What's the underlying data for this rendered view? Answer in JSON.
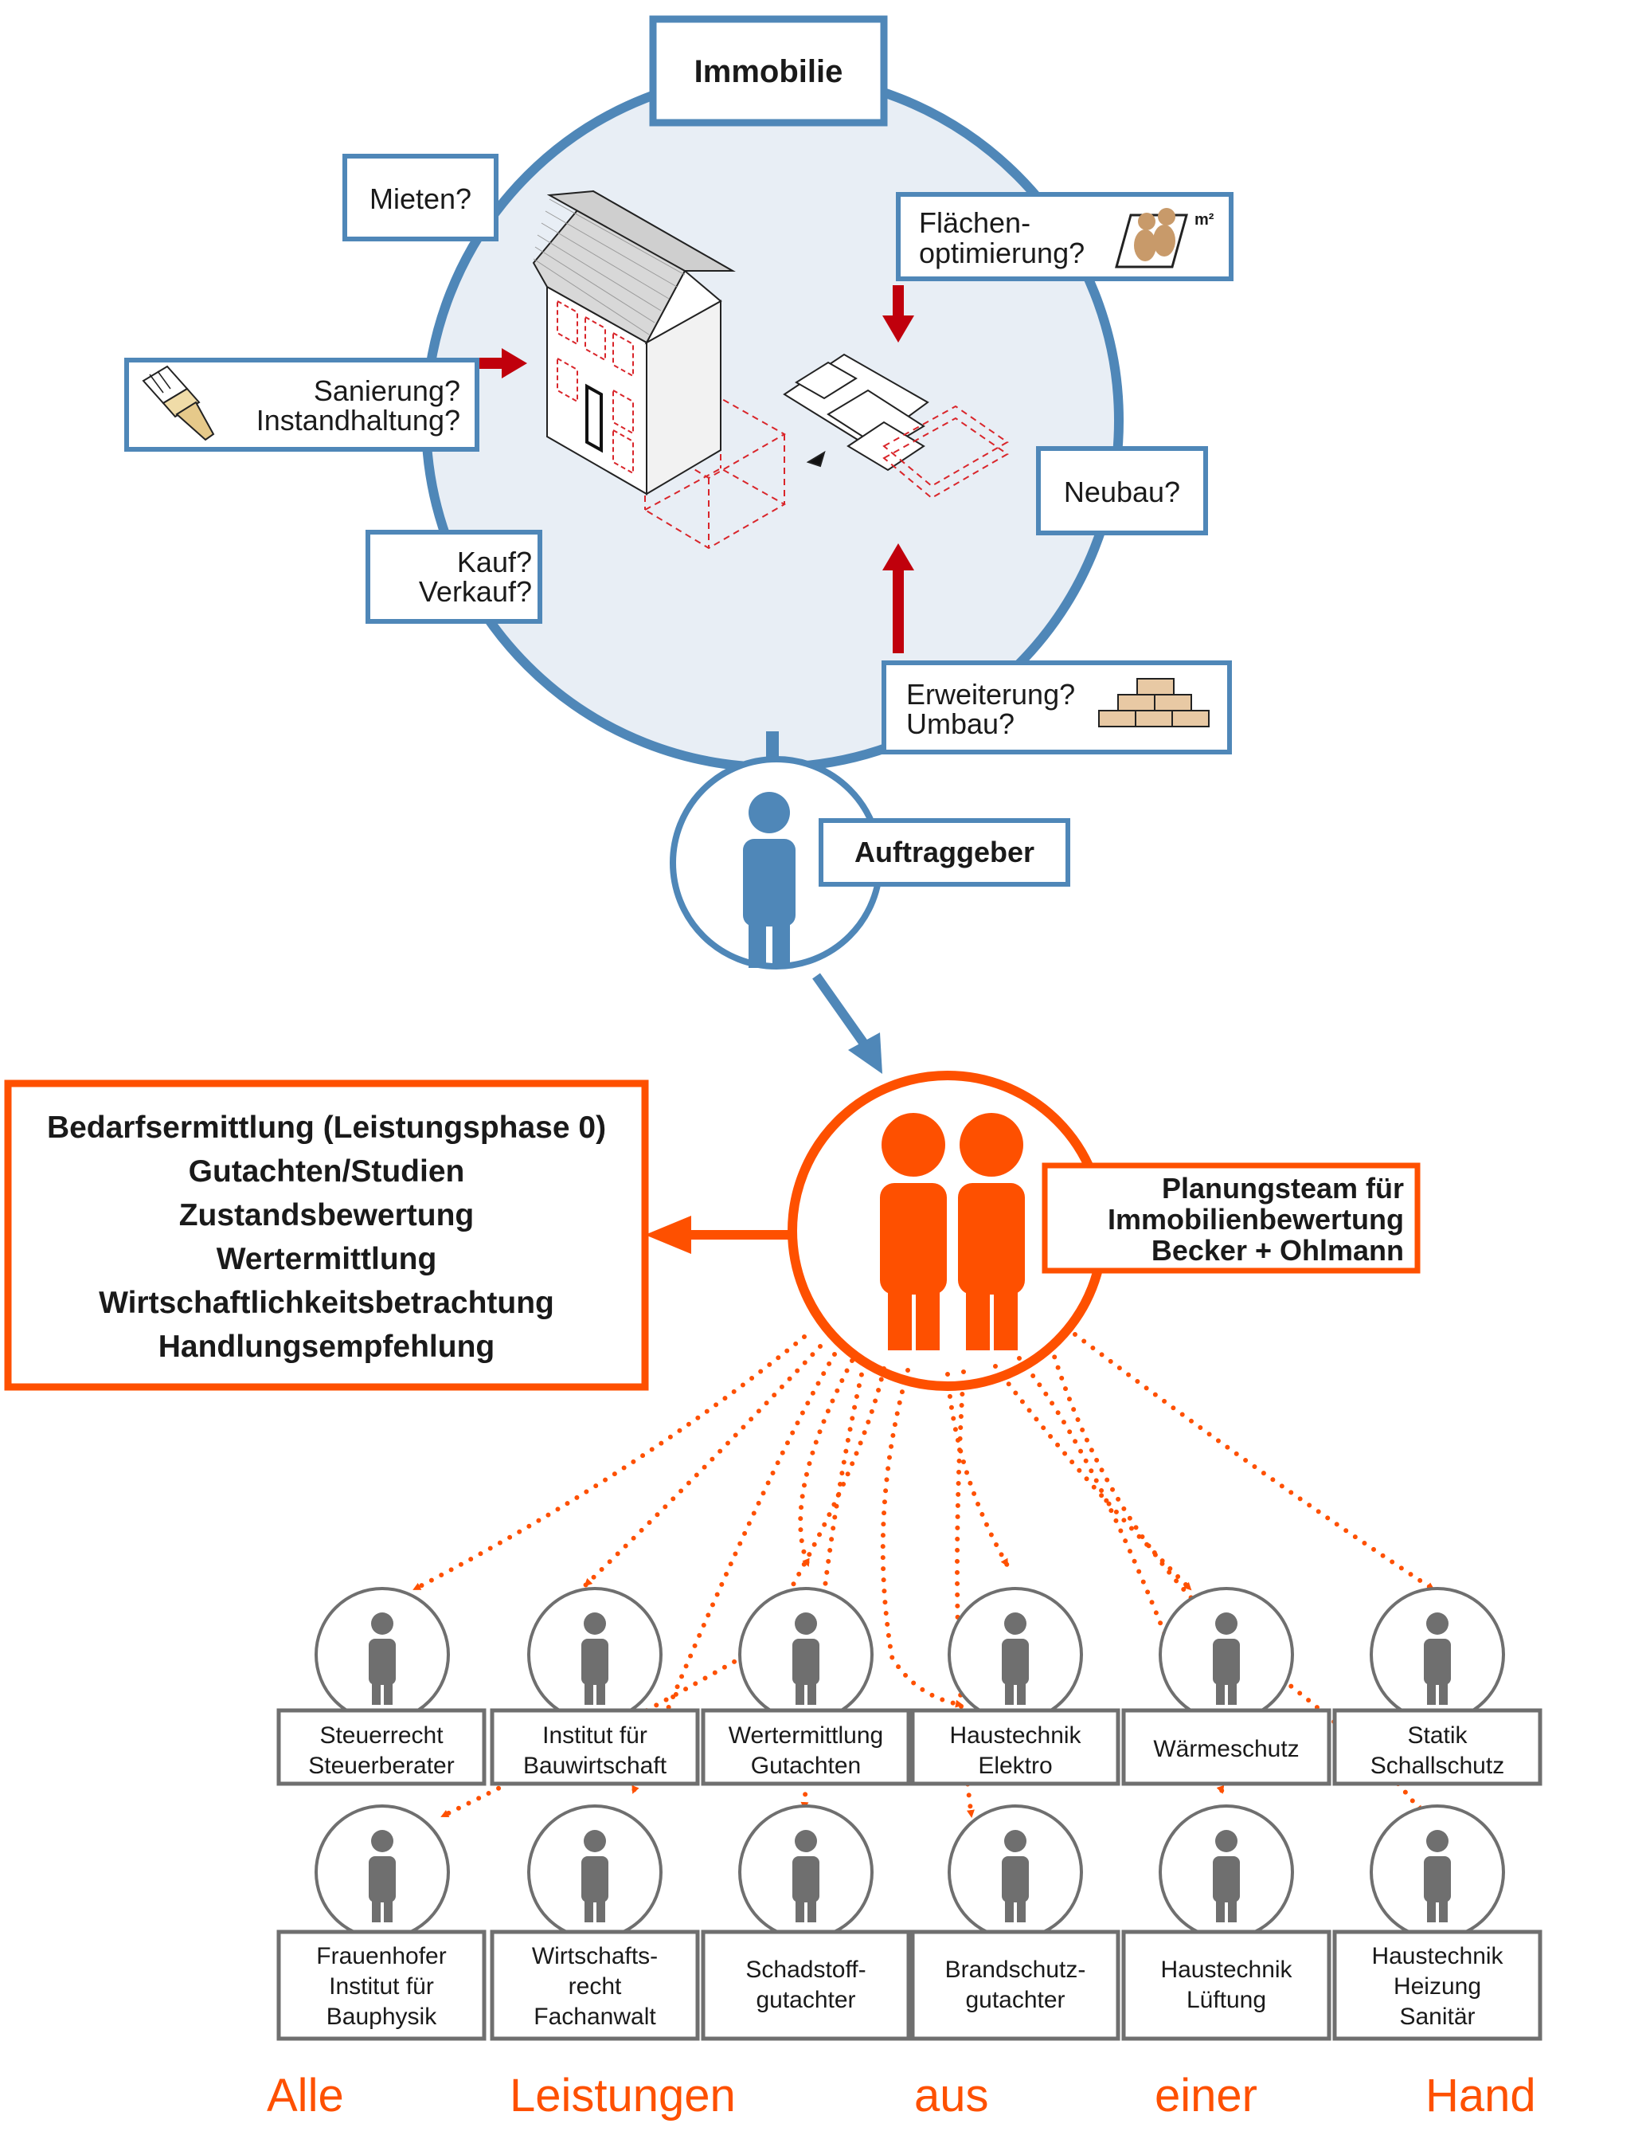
{
  "top": {
    "title": "Immobilie",
    "questions": {
      "mieten": "Mieten?",
      "flaechen_1": "Flächen-",
      "flaechen_2": "optimierung?",
      "flaechen_unit": "m²",
      "sanierung_1": "Sanierung?",
      "sanierung_2": "Instandhaltung?",
      "neubau": "Neubau?",
      "kauf_1": "Kauf?",
      "kauf_2": "Verkauf?",
      "erweiterung_1": "Erweiterung?",
      "erweiterung_2": "Umbau?"
    }
  },
  "client": {
    "label": "Auftraggeber"
  },
  "team": {
    "label_1": "Planungsteam für",
    "label_2": "Immobilienbewertung",
    "label_3": "Becker + Ohlmann"
  },
  "services": [
    "Bedarfsermittlung (Leistungsphase 0)",
    "Gutachten/Studien",
    "Zustandsbewertung",
    "Wertermittlung",
    "Wirtschaftlichkeitsbetrachtung",
    "Handlungsempfehlung"
  ],
  "experts_row1": [
    {
      "l1": "Steuerrecht",
      "l2": "Steuerberater"
    },
    {
      "l1": "Institut für",
      "l2": "Bauwirtschaft"
    },
    {
      "l1": "Wertermittlung",
      "l2": "Gutachten"
    },
    {
      "l1": "Haustechnik",
      "l2": "Elektro"
    },
    {
      "l1": "Wärmeschutz",
      "l2": ""
    },
    {
      "l1": "Statik",
      "l2": "Schallschutz"
    }
  ],
  "experts_row2": [
    {
      "l1": "Frauenhofer",
      "l2": "Institut für",
      "l3": "Bauphysik"
    },
    {
      "l1": "Wirtschafts-",
      "l2": "recht",
      "l3": "Fachanwalt"
    },
    {
      "l1": "Schadstoff-",
      "l2": "gutachter",
      "l3": ""
    },
    {
      "l1": "Brandschutz-",
      "l2": "gutachter",
      "l3": ""
    },
    {
      "l1": "Haustechnik",
      "l2": "Lüftung",
      "l3": ""
    },
    {
      "l1": "Haustechnik",
      "l2": "Heizung",
      "l3": "Sanitär"
    }
  ],
  "slogan": [
    "Alle",
    "Leistungen",
    "aus",
    "einer",
    "Hand"
  ],
  "colors": {
    "blue": "#4f87b8",
    "blue_fill": "#e8eef5",
    "orange": "#fe5000",
    "red": "#c0000c",
    "gray": "#6f6f6f",
    "tan": "#e8c9a4"
  }
}
